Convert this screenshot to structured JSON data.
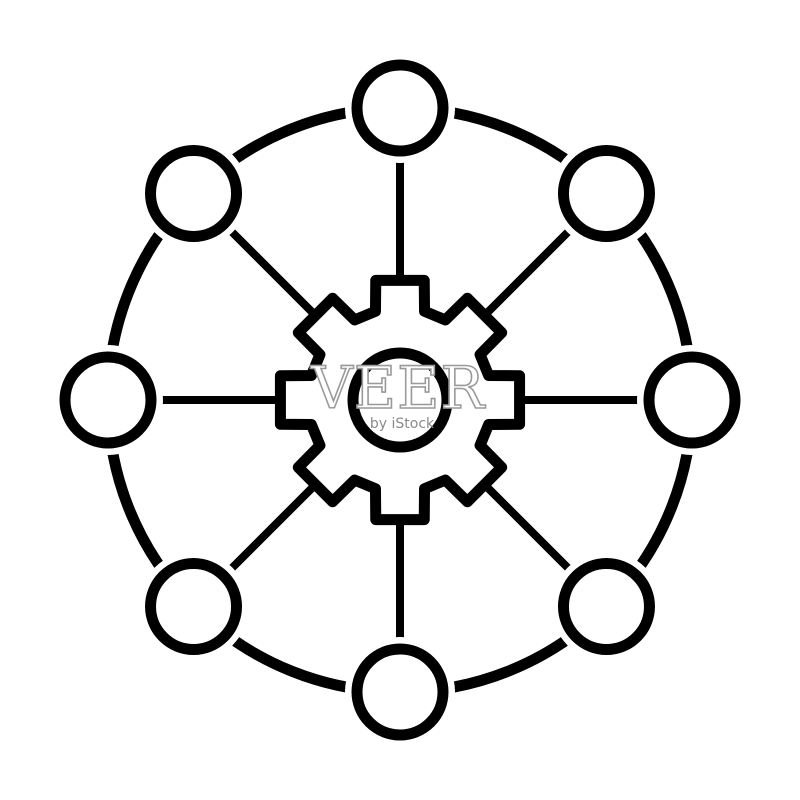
{
  "icon": {
    "name": "network-gear-icon",
    "stroke_color": "#000000",
    "fill_color": "#ffffff",
    "background_color": "#ffffff",
    "peripheral_node_count": 8,
    "gear_teeth_count": 8
  },
  "watermark": {
    "main_text": "VEER",
    "sub_text": "by iStock",
    "color": "#9a9a9a"
  }
}
